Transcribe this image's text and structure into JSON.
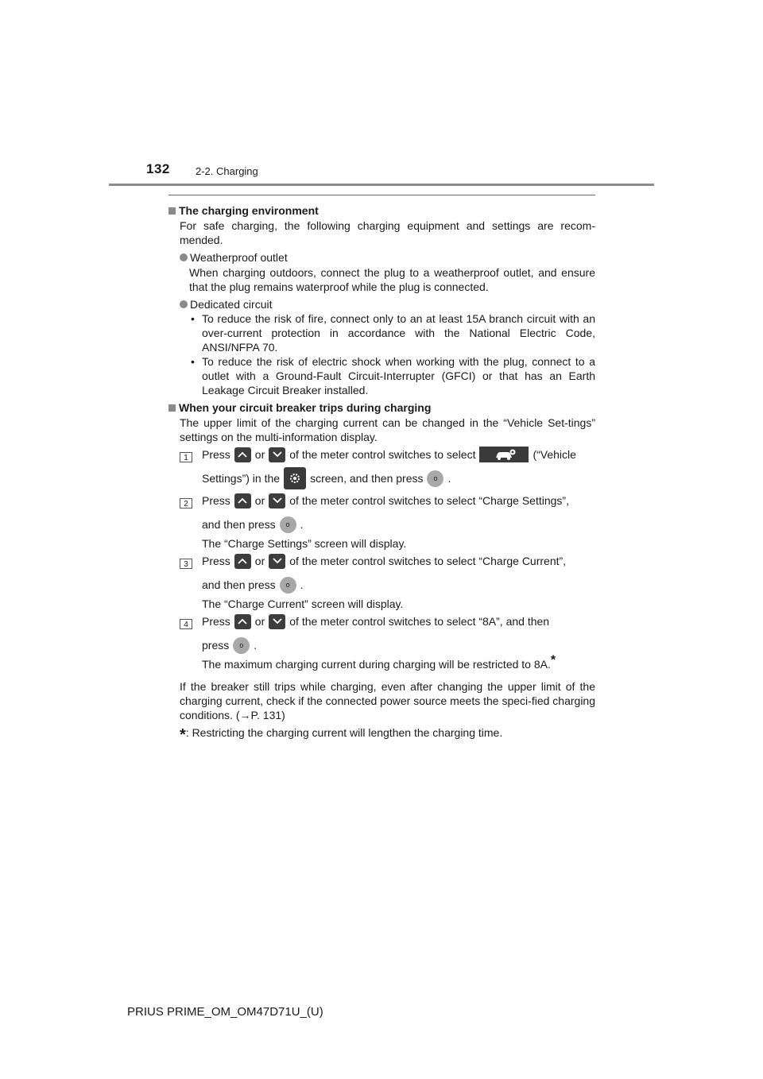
{
  "header": {
    "page_number": "132",
    "section": "2-2. Charging"
  },
  "sections": {
    "environment": {
      "title": "The charging environment",
      "intro": "For safe charging, the following charging equipment and settings are recom-mended.",
      "weatherproof_title": "Weatherproof outlet",
      "weatherproof_text": "When charging outdoors, connect the plug to a weatherproof outlet, and ensure that the plug remains waterproof while the plug is connected.",
      "dedicated_title": "Dedicated circuit",
      "dedicated_items": [
        "To reduce the risk of fire, connect only to an at least 15A branch circuit with an over-current protection in accordance with the National Electric Code, ANSI/NFPA 70.",
        "To reduce the risk of electric shock when working with the plug, connect to a outlet with a Ground-Fault Circuit-Interrupter (GFCI) or that has an Earth Leakage Circuit Breaker installed."
      ]
    },
    "breaker": {
      "title": "When your circuit breaker trips during charging",
      "intro": "The upper limit of the charging current can be changed in the “Vehicle Set-tings” settings on the multi-information display.",
      "steps": [
        {
          "num": "1",
          "press": "Press",
          "or": "or",
          "text_a": "of the meter control switches to select",
          "text_b": "(“Vehicle",
          "text_c": "Settings”) in the",
          "text_d": "screen, and then press",
          "end": "."
        },
        {
          "num": "2",
          "press": "Press",
          "or": "or",
          "text_a": "of the meter control switches to select “Charge Settings”,",
          "text_b": "and then press",
          "end": ".",
          "after": "The “Charge Settings” screen will display."
        },
        {
          "num": "3",
          "press": "Press",
          "or": "or",
          "text_a": "of the meter control switches to select “Charge Current”,",
          "text_b": "and then press",
          "end": ".",
          "after": "The “Charge Current” screen will display."
        },
        {
          "num": "4",
          "press": "Press",
          "or": "or",
          "text_a": "of the meter control switches to select “8A”, and then",
          "text_b": "press",
          "end": ".",
          "after": "The maximum charging current during charging will be restricted to 8A."
        }
      ],
      "closing": "If the breaker still trips while charging, even after changing the upper limit of the charging current, check if the connected power source meets the speci-fied charging conditions. (→P. 131)",
      "footnote": ": Restricting the charging current will lengthen the charging time."
    }
  },
  "footer": {
    "manual_code": "PRIUS PRIME_OM_OM47D71U_(U)"
  },
  "icons": {
    "up": "chevron-up-icon",
    "down": "chevron-down-icon",
    "enter": "enter-button-icon",
    "vehicle_settings": "vehicle-settings-icon",
    "settings": "gear-icon"
  }
}
